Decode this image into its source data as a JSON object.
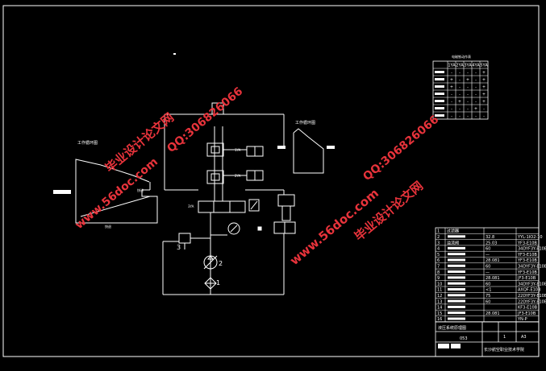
{
  "colors": {
    "background": "#000000",
    "lines": "#ffffff",
    "watermark": "#e8333b"
  },
  "labels": {
    "left_pump_title": "工作循环图",
    "left_fast": "快进",
    "left_return": "快退",
    "right_loop_title": "工作循环图",
    "elec_table_title": "电磁铁动作表",
    "num_1": "1",
    "num_2": "2",
    "num_3": "3",
    "sol_1": "1YA",
    "sol_2": "2YA",
    "sol_3": "3YA"
  },
  "elec_table": {
    "headers": [
      "",
      "1YA",
      "2YA",
      "3YA",
      "4YA",
      "5YA"
    ],
    "rows": [
      [
        "",
        "-",
        "-",
        "-",
        "-",
        "+"
      ],
      [
        "",
        "+",
        "-",
        "+",
        "-",
        "+"
      ],
      [
        "",
        "+",
        "-",
        "-",
        "-",
        "+"
      ],
      [
        "",
        "-",
        "-",
        "-",
        "-",
        "+"
      ],
      [
        "",
        "-",
        "+",
        "-",
        "-",
        "+"
      ],
      [
        "",
        "-",
        "-",
        "-",
        "+",
        "-"
      ],
      [
        "",
        "-",
        "-",
        "-",
        "-",
        "-"
      ]
    ]
  },
  "parts_table": {
    "rows": [
      {
        "no": "1",
        "name": "过滤器",
        "spec": "",
        "model": ""
      },
      {
        "no": "2",
        "name": "",
        "spec": "32.8",
        "model": "YYL-1IO2-10"
      },
      {
        "no": "3",
        "name": "溢流阀",
        "spec": "25.03",
        "model": "YF3-E10B"
      },
      {
        "no": "4",
        "name": "",
        "spec": "60",
        "model": "34DYF3Y-E10B"
      },
      {
        "no": "5",
        "name": "",
        "spec": "—",
        "model": "YF3-E10B"
      },
      {
        "no": "6",
        "name": "",
        "spec": "28.081",
        "model": "YF3-E10B"
      },
      {
        "no": "7",
        "name": "",
        "spec": "60",
        "model": "34DYF3Y-E10B"
      },
      {
        "no": "8",
        "name": "",
        "spec": "—",
        "model": "YF3-E10B"
      },
      {
        "no": "9",
        "name": "",
        "spec": "28.081",
        "model": "JF3-E10B"
      },
      {
        "no": "10",
        "name": "",
        "spec": "60",
        "model": "34DYF3Y-E10B"
      },
      {
        "no": "11",
        "name": "",
        "spec": "<1",
        "model": "AXQF-E10B"
      },
      {
        "no": "12",
        "name": "",
        "spec": "75",
        "model": "22DYF3Y-E10B"
      },
      {
        "no": "13",
        "name": "",
        "spec": "60",
        "model": "22DYF3Y-E10B"
      },
      {
        "no": "14",
        "name": "",
        "spec": "",
        "model": "KF3-E10B"
      },
      {
        "no": "15",
        "name": "",
        "spec": "28.081",
        "model": "JF3-E10B"
      },
      {
        "no": "16",
        "name": "",
        "spec": "",
        "model": "YN-P"
      }
    ],
    "footer_code": "053",
    "footer_qty": "1",
    "footer_scale": "A3",
    "school": "长沙航空职业技术学院",
    "footer_left": "液压系统原理图"
  },
  "watermarks": [
    {
      "text": "毕业设计论文网"
    },
    {
      "text": "QQ:306826066"
    },
    {
      "text": "www.56doc.com"
    },
    {
      "text": "www.56doc.com"
    },
    {
      "text": "毕业设计论文网"
    },
    {
      "text": "QQ:306826066"
    }
  ]
}
